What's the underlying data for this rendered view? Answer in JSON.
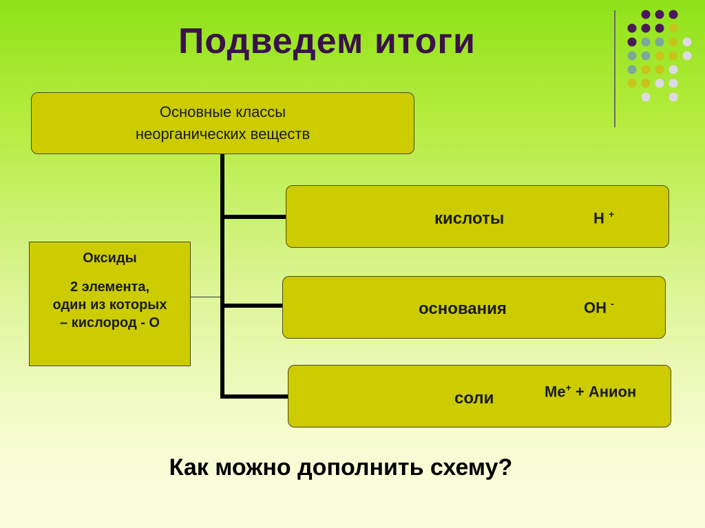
{
  "title": "Подведем итоги",
  "main_box": {
    "line1": "Основные  классы",
    "line2": "неорганических веществ"
  },
  "categories": [
    {
      "label": "кислоты",
      "formula_base": "Н",
      "formula_sup": "+"
    },
    {
      "label": "основания",
      "formula_base": "ОН",
      "formula_sup": "-"
    },
    {
      "label": "соли",
      "formula_me": "Ме",
      "formula_sup": "+",
      "formula_rest": " + Анион"
    }
  ],
  "oxide": {
    "title": "Оксиды",
    "line1": "2 элемента,",
    "line2": "один из которых",
    "line3": "– кислород - О"
  },
  "question": "Как можно дополнить схему?",
  "colors": {
    "box_fill": "#cccc00",
    "title_color": "#3a1248",
    "dot_purple": "#4b1a57",
    "dot_yellow": "#c8c41a",
    "dot_teal": "#7aa89a",
    "dot_light": "#ddd9e6"
  }
}
